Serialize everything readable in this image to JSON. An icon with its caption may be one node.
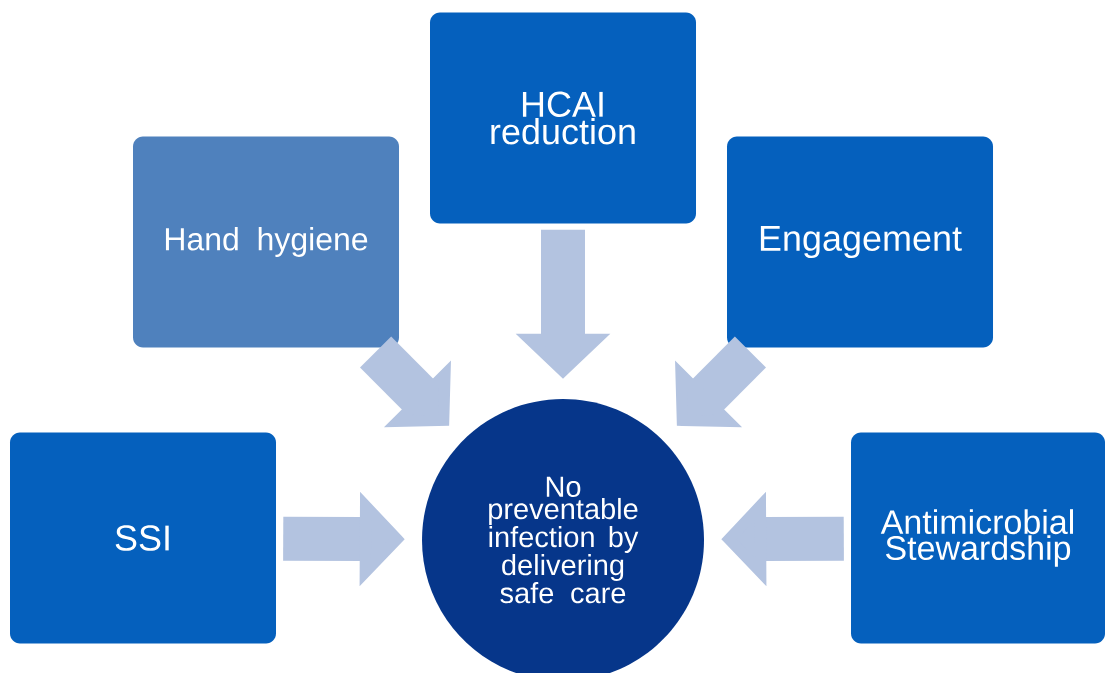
{
  "diagram": {
    "nodes": [
      {
        "text": [
          "HCAI reduction"
        ]
      },
      {
        "text": [
          "Hand hygiene"
        ]
      },
      {
        "text": [
          "Engagement"
        ]
      },
      {
        "text": [
          "SSI"
        ]
      },
      {
        "text": [
          "No preventable infection by delivering safe care"
        ]
      },
      {
        "text": [
          "Antimicrobial Stewardship"
        ]
      }
    ],
    "edges": [
      {
        "from": 0,
        "to": 4,
        "arrow": "to"
      },
      {
        "from": 1,
        "to": 4,
        "arrow": "to"
      },
      {
        "from": 2,
        "to": 4,
        "arrow": "to"
      },
      {
        "from": 3,
        "to": 4,
        "arrow": "to"
      },
      {
        "from": 5,
        "to": 4,
        "arrow": "to"
      }
    ]
  }
}
